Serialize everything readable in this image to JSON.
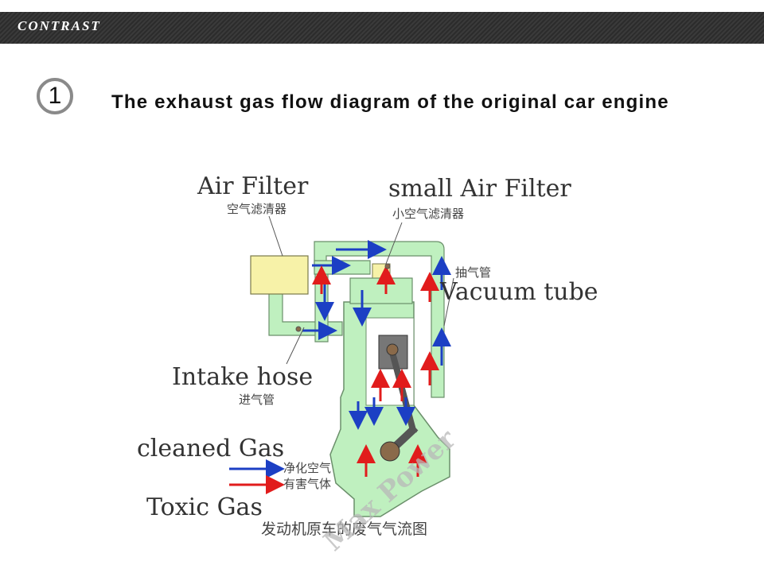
{
  "banner": {
    "label": "CONTRAST"
  },
  "step": {
    "number": "1"
  },
  "title": "The exhaust gas flow diagram of the original car engine",
  "diagram": {
    "labels": {
      "air_filter": "Air Filter",
      "air_filter_cn": "空气滤清器",
      "small_air_filter": "small Air Filter",
      "small_air_filter_cn": "小空气滤清器",
      "vacuum_tube_cn": "抽气管",
      "vacuum_tube": "Vacuum tube",
      "intake_hose": "Intake hose",
      "intake_hose_cn": "进气管",
      "cleaned_gas": "cleaned Gas",
      "cleaned_gas_cn": "净化空气",
      "toxic_gas": "Toxic Gas",
      "toxic_gas_cn": "有害气体",
      "caption_cn": "发动机原车的废气气流图"
    },
    "watermark": "Max Power",
    "colors": {
      "engine_fill": "#bff0bf",
      "filter_fill": "#f7f2a8",
      "clean_arrow": "#1c3fc4",
      "toxic_arrow": "#e11c1c"
    }
  }
}
